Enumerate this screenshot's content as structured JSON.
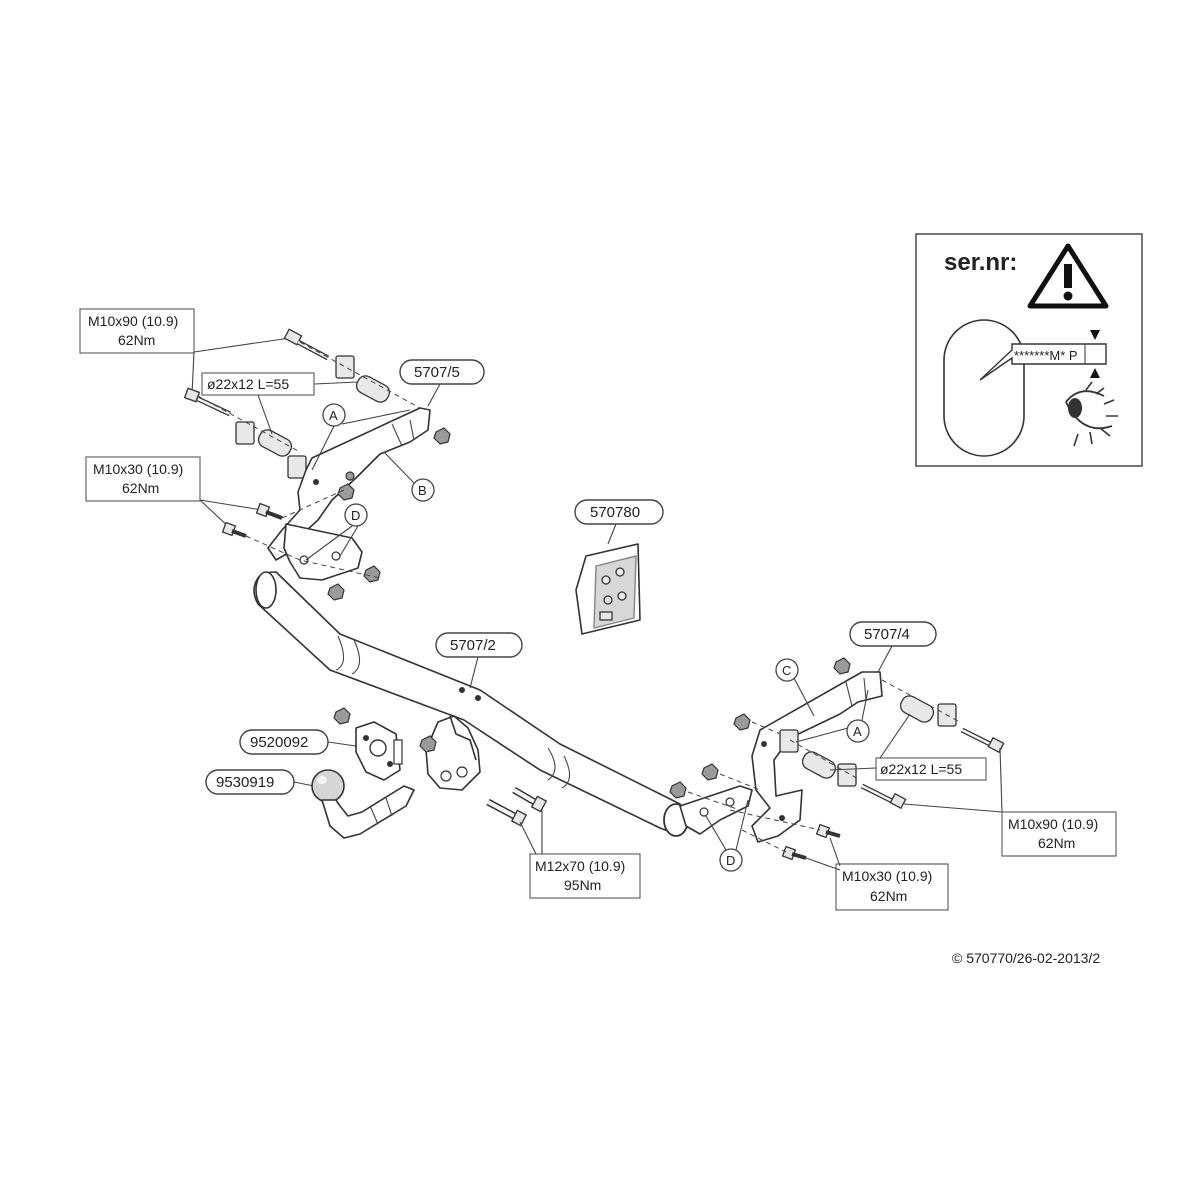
{
  "serial_panel": {
    "title": "ser.nr:",
    "plate_text": "*******M* P"
  },
  "part_labels": {
    "left_bracket": "5707/5",
    "right_bracket": "5707/4",
    "crossbar": "5707/2",
    "kit": "570780",
    "socket_plate": "9520092",
    "towball": "9530919"
  },
  "specs": {
    "top_left_bolt": [
      "M10x90 (10.9)",
      "62Nm"
    ],
    "left_spacer": "ø22x12 L=55",
    "left_lower_bolt": [
      "M10x30 (10.9)",
      "62Nm"
    ],
    "center_bolt": [
      "M12x70 (10.9)",
      "95Nm"
    ],
    "right_spacer": "ø22x12 L=55",
    "right_bolt": [
      "M10x90 (10.9)",
      "62Nm"
    ],
    "right_lower_bolt": [
      "M10x30 (10.9)",
      "62Nm"
    ]
  },
  "callouts": {
    "a_left": "A",
    "b_left": "B",
    "d_left": "D",
    "c_right": "C",
    "a_right": "A",
    "d_right": "D"
  },
  "copyright": "© 570770/26-02-2013/2"
}
